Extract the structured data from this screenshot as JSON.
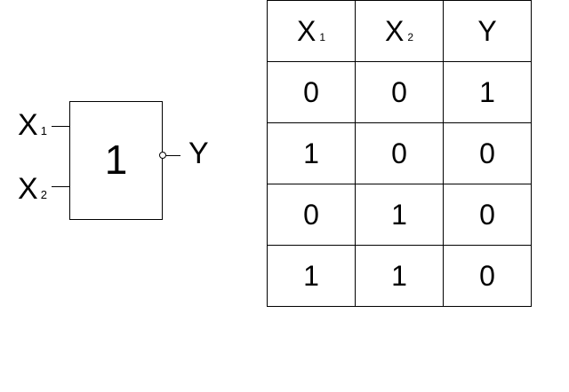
{
  "gate": {
    "symbol": "1",
    "inputs": [
      {
        "name": "X",
        "sub": "1"
      },
      {
        "name": "X",
        "sub": "2"
      }
    ],
    "output": "Y"
  },
  "truth_table": {
    "headers": [
      {
        "name": "X",
        "sub": "1"
      },
      {
        "name": "X",
        "sub": "2"
      },
      {
        "name": "Y",
        "sub": ""
      }
    ],
    "rows": [
      [
        "0",
        "0",
        "1"
      ],
      [
        "1",
        "0",
        "0"
      ],
      [
        "0",
        "1",
        "0"
      ],
      [
        "1",
        "1",
        "0"
      ]
    ]
  }
}
